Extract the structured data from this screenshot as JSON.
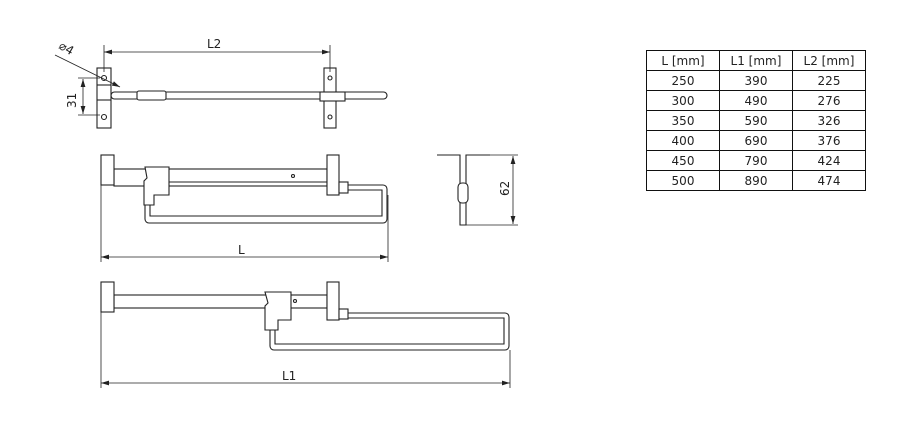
{
  "drawing": {
    "labels": {
      "l2": "L2",
      "hole": "⌀4",
      "height31": "31",
      "l": "L",
      "height62": "62",
      "l1": "L1"
    }
  },
  "table": {
    "headers": [
      "L [mm]",
      "L1 [mm]",
      "L2 [mm]"
    ],
    "rows": [
      [
        "250",
        "390",
        "225"
      ],
      [
        "300",
        "490",
        "276"
      ],
      [
        "350",
        "590",
        "326"
      ],
      [
        "400",
        "690",
        "376"
      ],
      [
        "450",
        "790",
        "424"
      ],
      [
        "500",
        "890",
        "474"
      ]
    ]
  }
}
